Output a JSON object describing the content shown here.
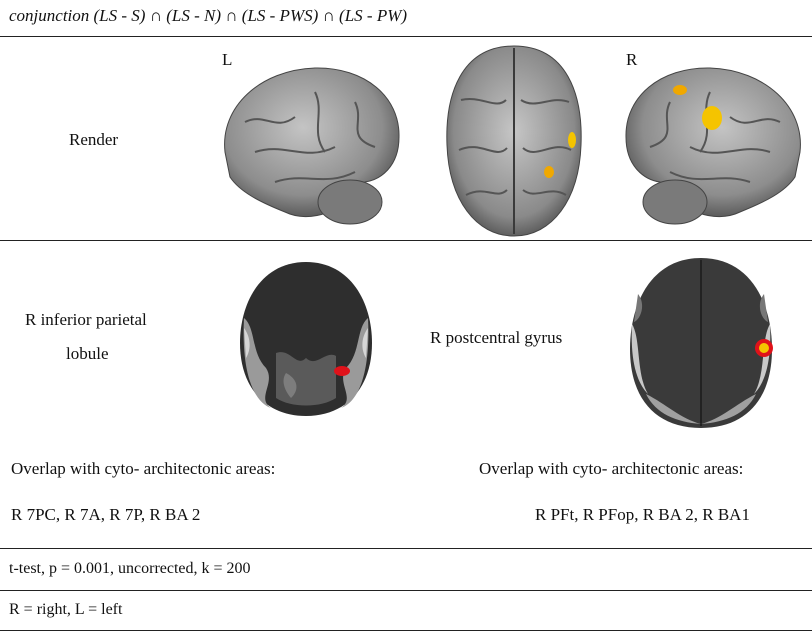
{
  "header": {
    "conjunction": "conjunction (LS - S) ∩ (LS - N) ∩ (LS - PWS) ∩ (LS - PW)"
  },
  "render_row": {
    "label": "Render",
    "left_marker": "L",
    "right_marker": "R"
  },
  "slices": {
    "left_region": "R inferior parietal",
    "left_region_line2": "lobule",
    "right_region": "R postcentral gyrus"
  },
  "overlap": {
    "left_heading": "Overlap with cyto- architectonic areas:",
    "left_areas": "R 7PC, R 7A, R 7P, R BA 2",
    "right_heading": "Overlap with cyto- architectonic areas:",
    "right_areas": "R PFt, R PFop, R BA 2, R BA1"
  },
  "footer": {
    "stats": "t-test, p = 0.001, uncorrected, k = 200",
    "legend": "R = right, L = left"
  },
  "colors": {
    "rule": "#222222",
    "brain_gray": "#8a8a8a",
    "activation_yellow": "#f5c400",
    "activation_red": "#e0121a"
  }
}
